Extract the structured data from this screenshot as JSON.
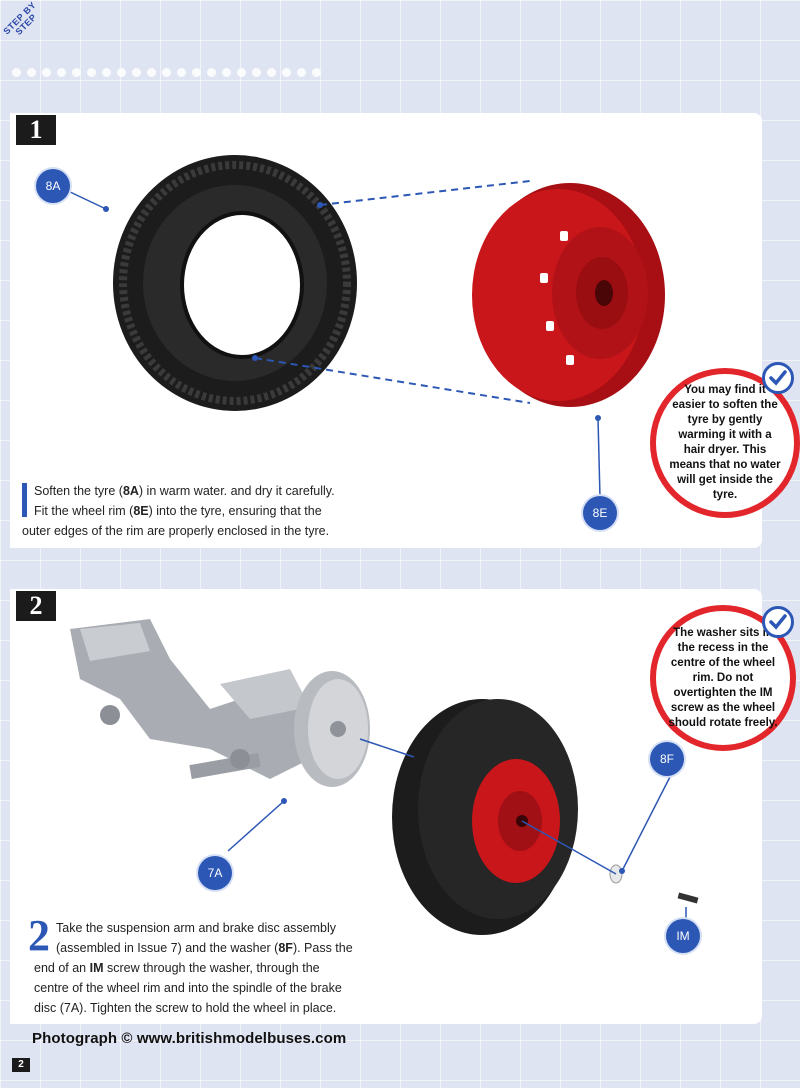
{
  "header": {
    "corner_tag_line1": "STEP BY",
    "corner_tag_line2": "STEP"
  },
  "step1": {
    "number": "1",
    "labels": {
      "tyre": "8A",
      "rim": "8E"
    },
    "instruction": {
      "drop": "I",
      "t1": "Soften the tyre (",
      "b1": "8A",
      "t2": ") in warm water. and dry it carefully.",
      "t3": "Fit the wheel rim (",
      "b2": "8E",
      "t4": ") into the tyre, ensuring that the",
      "t5": "outer edges of the rim are properly enclosed in the tyre."
    },
    "tip": "You may find it easier to soften the tyre by gently warming it with a hair dryer. This means that no water will get inside the tyre."
  },
  "step2": {
    "number": "2",
    "labels": {
      "disc": "7A",
      "washer": "8F",
      "screw": "IM"
    },
    "instruction": {
      "drop": "2",
      "t1": "Take the suspension arm and brake disc assembly",
      "t2": "(assembled in Issue 7) and the washer (",
      "b1": "8F",
      "t3": "). Pass the",
      "t4": "end of an ",
      "b2": "IM",
      "t5": " screw through the washer, through the",
      "t6": "centre of the wheel rim and into the spindle of the brake",
      "t7": "disc (7A). Tighten the screw to hold the wheel in place."
    },
    "tip": "The washer sits in the recess in the centre of the wheel rim. Do not overtighten the IM screw as the wheel should rotate freely."
  },
  "footer": {
    "credit": "Photograph © www.britishmodelbuses.com",
    "page": "2"
  },
  "colors": {
    "accent_blue": "#2c57b5",
    "tip_red": "#e2262b",
    "rim_red": "#c8161b",
    "tyre_black": "#1c1c1c"
  }
}
